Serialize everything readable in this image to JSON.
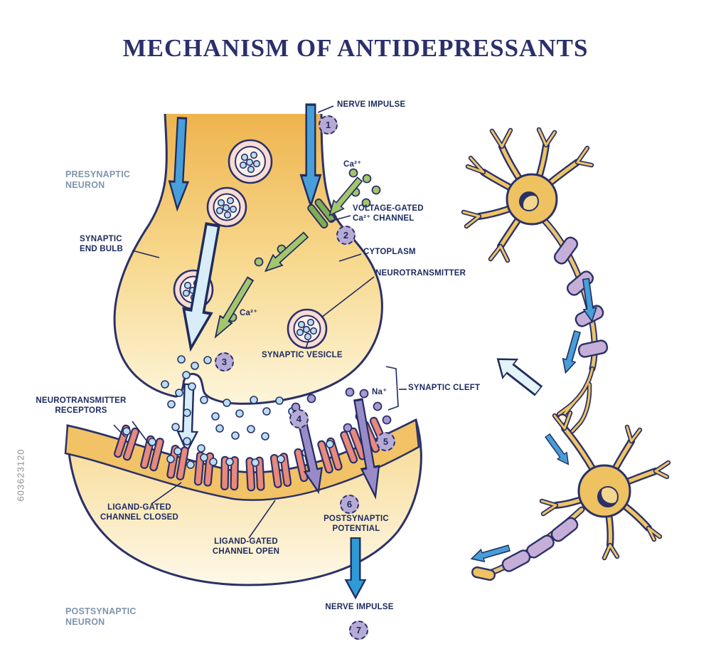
{
  "title": "MECHANISM OF ANTIDEPRESSANTS",
  "watermark": "603623120",
  "steps": [
    "1",
    "2",
    "3",
    "4",
    "5",
    "6",
    "7"
  ],
  "labels": {
    "nerve_impulse_top": "NERVE IMPULSE",
    "presynaptic_neuron": "PRESYNAPTIC NEURON",
    "synaptic_end_bulb": "SYNAPTIC END BULB",
    "ca_top": "Ca²⁺",
    "voltage_gated_channel": "VOLTAGE-GATED Ca²⁺  CHANNEL",
    "cytoplasm": "CYTOPLASM",
    "neurotransmitter": "NEUROTRANSMITTER",
    "ca_inner": "Ca²⁺",
    "synaptic_vesicle": "SYNAPTIC VESICLE",
    "synaptic_cleft": "SYNAPTIC CLEFT",
    "na": "Na⁺",
    "neurotransmitter_receptors": "NEUROTRANSMITTER RECEPTORS",
    "ligand_closed": "LIGAND-GATED CHANNEL CLOSED",
    "ligand_open": "LIGAND-GATED CHANNEL OPEN",
    "postsynaptic_potential": "POSTSYNAPTIC POTENTIAL",
    "nerve_impulse_bottom": "NERVE IMPULSE",
    "postsynaptic_neuron": "POSTSYNAPTIC NEURON"
  },
  "colors": {
    "title": "#2b2f6b",
    "label": "#1c2a5e",
    "muted_label": "#7e95ad",
    "outline": "#2b3168",
    "bulb_orange": "#eeb44e",
    "bulb_cream": "#fdf5da",
    "membrane_orange": "#f2c266",
    "impulse_blue": "#479ed8",
    "pale_blue": "#d8edf8",
    "calcium_green": "#a3c66d",
    "sodium_purple": "#a79ad2",
    "receptor_salmon": "#e8897c",
    "vesicle_pink": "#f8dcd4",
    "neurotransmitter_blue": "#b7def1",
    "step_badge": "#b7abd6",
    "myelin_purple": "#c5afd8"
  }
}
